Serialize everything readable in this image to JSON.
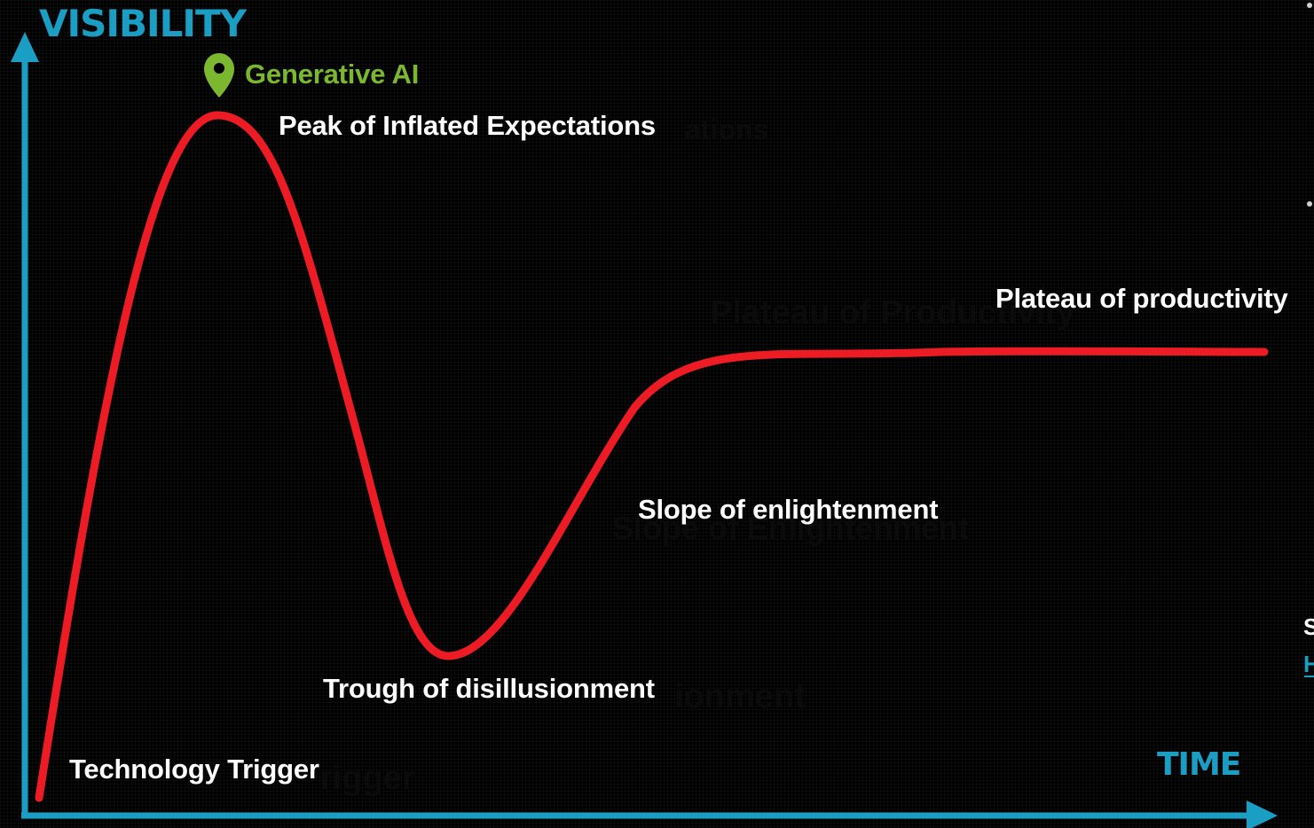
{
  "colors": {
    "background": "#000000",
    "axis": "#1a9ec4",
    "curve": "#ed1c24",
    "highlight": "#7cb82f",
    "label": "#ffffff"
  },
  "axes": {
    "y_title": "VISIBILITY",
    "x_title": "TIME"
  },
  "marker": {
    "icon": "map-pin-icon",
    "label": "Generative AI"
  },
  "phases": {
    "technology_trigger": "Technology Trigger",
    "peak": "Peak of Inflated Expectations",
    "trough": "Trough of disillusionment",
    "slope": "Slope of enlightenment",
    "plateau": "Plateau of productivity"
  },
  "edge_fragments": {
    "source_initial": "S",
    "link_initial": "H"
  }
}
